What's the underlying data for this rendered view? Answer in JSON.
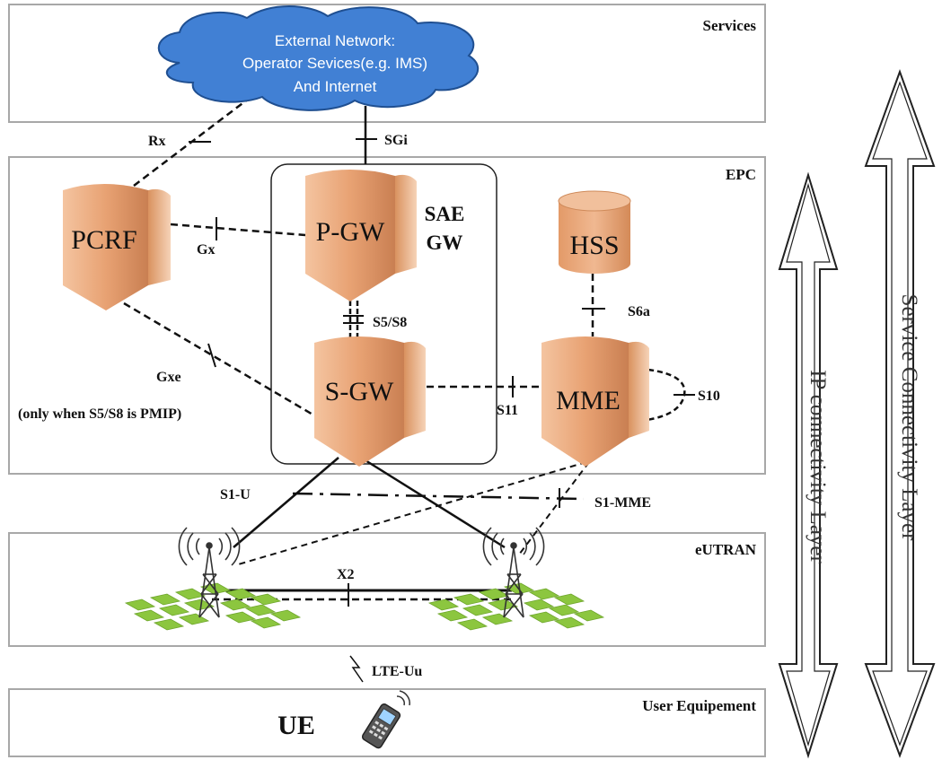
{
  "layers": {
    "services": "Services",
    "epc": "EPC",
    "eutran": "eUTRAN",
    "ue": "User Equipement"
  },
  "cloud": {
    "line1": "External Network:",
    "line2": "Operator Sevices(e.g. IMS)",
    "line3": "And Internet"
  },
  "nodes": {
    "pcrf": "PCRF",
    "pgw": "P-GW",
    "sgw": "S-GW",
    "mme": "MME",
    "hss": "HSS",
    "sae_line1": "SAE",
    "sae_line2": "GW",
    "ue": "UE"
  },
  "interfaces": {
    "rx": "Rx",
    "sgi": "SGi",
    "gx": "Gx",
    "gxe": "Gxe",
    "gxe_note": "(only when S5/S8 is PMIP)",
    "s5s8": "S5/S8",
    "s6a": "S6a",
    "s11": "S11",
    "s10": "S10",
    "s1u": "S1-U",
    "s1mme": "S1-MME",
    "x2": "X2",
    "lteuu": "LTE-Uu"
  },
  "arrows": {
    "ip_layer": "IP connectivity Layer",
    "service_layer": "Service Connectivity Layer"
  },
  "colors": {
    "cloud_fill": "#3f7fd0",
    "node_fill": "#e8a67a",
    "grid_green": "#8cc63f"
  }
}
